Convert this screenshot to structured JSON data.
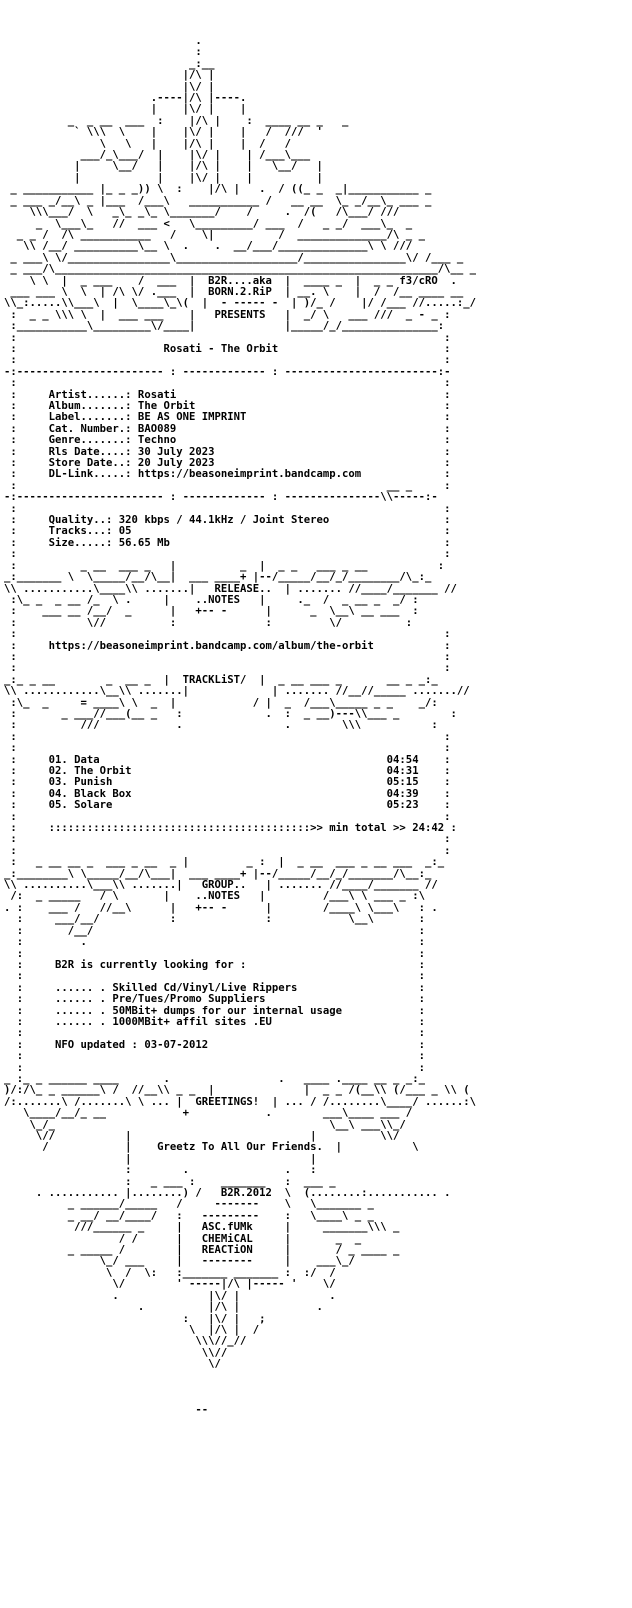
{
  "lines": [
    "                              .",
    "                              :",
    "                             _:__",
    "                            |/\\ |",
    "                            |\\/ |",
    "                       .----|/\\ |----.",
    "                       |    |\\/ |    |",
    "          _  _ __  ___  :    |/\\ |    :  ____ __ _   _",
    "           ` \\\\\\  \\    |    |\\/ |    |   /  ///  '",
    "               \\   \\   |    |/\\ |    |  /   /",
    "            ___/_\\___/  |    |\\/ |    | /___\\___",
    "           |     \\__/   |    |/\\ |    |   \\__/   |",
    "           |            |    |\\/ |    |          |",
    " _ ___________ |_ _ _)) \\  :    |/\\ |   .  / ((_ _  _|___________ _",
    " _ ___ _/__\\ _ |___  /___\\   ___________ /   __ __  \\_ _/__\\_ ___ _",
    "    \\\\\\___/  \\   _\\_ _\\_ \\_______/    /     .  /(   /\\___/ ///",
    "     _  \\___\\_   //  ___ <   \\_________/ ___  /   _ _/  ___\\_  _",
    "  _ _ /  /\\ ___________   /    \\|          /  ______________/\\ _ _",
    "   \\\\ /__/ __________\\__ \\  .    .  __/___/______________\\ \\ ///",
    " _ ___\\ \\/________________\\___________________/________________\\/ /___ _",
    " _ ___/\\____________________________________________________________/\\__ _",
    "    \\ \\  |  _ ___    /  ___  |  B2R....aka  |  ____ _  |  _ _ f3/cRO  .",
    " ___ ___ \\  \\  | /\\ \\/ .___  |  BORN.2.RiP  | __. \\    |  /  /__ ____ __",
    "\\\\_:.....\\\\___\\  |  \\____\\_\\(  |  - ----- -  | )/_ /    |/ /___ //.....:_/",
    " :  _ _ \\\\\\ \\  |  ___ ___    |   PRESENTS   |  _/ \\   ___ ///  _ - _ :",
    " :___________\\_________\\/____|              |_____/_/_______________:",
    " :                                                                   :",
    " :                       Rosati - The Orbit                          :",
    " :                                                                   :",
    "-:----------------------- : ------------- : ------------------------:-",
    " :                                                                   :",
    " :     Artist......: Rosati                                          :",
    " :     Album.......: The Orbit                                       :",
    " :     Label.......: BE AS ONE IMPRINT                               :",
    " :     Cat. Number.: BAO089                                          :",
    " :     Genre.......: Techno                                          :",
    " :     Rls Date....: 30 July 2023                                    :",
    " :     Store Date..: 20 July 2023                                    :",
    " :     DL-Link.....: https://beasoneimprint.bandcamp.com             :",
    " :                                                          __ _     :",
    "-:----------------------- : ------------- : ---------------\\\\-----:-",
    " :                                                                   :",
    " :     Quality..: 320 kbps / 44.1kHz / Joint Stereo                  :",
    " :     Tracks...: 05                                                 :",
    " :     Size.....: 56.65 Mb                                           :",
    " :                                                                   :",
    " :          _ __  ___ _   |          _  |  _ _   ___ _ __           :",
    "_:_______ \\  \\_____/__/\\__|  ___ ____+ |--/_____/__/_/________/\\_:_",
    "\\\\ ...........\\____\\\\ .......|   RELEASE..  | ....... //____/_______ //",
    " :\\_ _  _ __ /_  \\ .     |    ..NOTES   |     ._  /  _ __ _  _/ :",
    " :    ___ __ /__/  _      |   +-- -      |      _  \\__\\ __ ___  :",
    " :           \\//          :              :         \\/          :",
    " :                                                                   :",
    " :     https://beasoneimprint.bandcamp.com/album/the-orbit           :",
    " :                                                                   :",
    " :                                                                   :",
    "_:_ _ __        _  __ _  |  TRACKLiST/  |  _ __ ___ _       __ _ _:_",
    "\\\\ ............\\__\\\\ .......|             | ....... //__//_____ .......//",
    " :\\_  _     = ____\\ \\  _  |            / |  _  /___\\_____ _ _    _/:",
    " :       _ ___//___(__ _   :             .  :  _ __)---\\\\___ _        :",
    " :          ///            .                .        \\\\\\           :",
    " :                                                                   :",
    " :                                                                   :",
    " :     01. Data                                             04:54    :",
    " :     02. The Orbit                                        04:31    :",
    " :     03. Punish                                           05:15    :",
    " :     04. Black Box                                        04:39    :",
    " :     05. Solare                                           05:23    :",
    " :                                                                   :",
    " :     :::::::::::::::::::::::::::::::::::::::::>> min total >> 24:42 :",
    " :                                                                   :",
    " :                                                                   :",
    " :   _ __ __ _  ___ _ __  _ |         _ :  |  _ __  ___ _ __ ___  _:_",
    "_:________\\ \\_____/__/\\___|  ___ ____+ |--/_____/__/_/_______/\\__:_",
    "\\\\ ..........\\___\\\\ .......|   GROUP..   | ....... //____/_______ //",
    " /:  _ _____   / \\       |    ..NOTES   |         /___\\ \\ ___ _ :\\",
    ". :    ___ /   //__\\      |   +-- -      |        /____\\ \\___\\   : .",
    "  :     ___/__/           :              :            \\__\\       :",
    "  :       /__/                                                   :",
    "  :         .                                                    :",
    "  :                                                              :",
    "  :     B2R is currently looking for :                           :",
    "  :                                                              :",
    "  :     ...... . Skilled Cd/Vinyl/Live Rippers                   :",
    "  :     ...... . Pre/Tues/Promo Suppliers                        :",
    "  :     ...... . 50MBit+ dumps for our internal usage            :",
    "  :     ...... . 1000MBit+ affil sites .EU                       :",
    "  :                                                              :",
    "  :     NFO updated : 03-07-2012                                 :",
    "  :                                                              :",
    "  :                                                              :",
    "_ :_ _ ______ ____       .                 .   ____ .____ __ _ _:_",
    ")/:/\\_ _ ______\\ /  //__\\\\ _ _  |              |  _ _ /(__\\\\ (/___ _ \\\\ (",
    "/:.......\\ /.......\\ \\ ... |  GREETINGS!  | ... / /........\\____/ ......:\\",
    "   \\____/__/_ __            +            .        ___\\____ ___ /",
    "    \\_/_                                           \\__\\ ___\\\\_/",
    "     \\//           |                            |          \\\\/",
    "      /            |    Greetz To All Our Friends.  |           \\",
    "                   |                            |",
    "                   :        .               .   :",
    "                   :   _ ___ :    _______   :  ___ _",
    "     . ........... |........) /   B2R.2012  \\  (........:........... .",
    "          _ ______/_____   /     -------    \\   \\_______ _",
    "          _ __/ __/____/   :   ---------    :   \\____\\ _ _",
    "           ///______ _     |   ASC.fUMk     |     _______\\\\\\ _",
    "                  / /      |   CHEMiCAL     |       _  _",
    "          _ _____ /        |   REACTiON     |       / _ ____ _",
    "               \\_/ ___     |   --------     |    ___\\_/",
    "                \\  /  \\:   :_______ _______ :  :/  /",
    "                 \\/        ' -----|/\\ |----- '    \\/",
    "                 .              |\\/ |              .",
    "                     .          |/\\ |            .",
    "                            :   |\\/ |   ;",
    "                             \\  |/\\ |  /",
    "                              \\\\\\//_//",
    "                               \\\\//",
    "                                \\/",
    "",
    "",
    "",
    "                              --"
  ]
}
